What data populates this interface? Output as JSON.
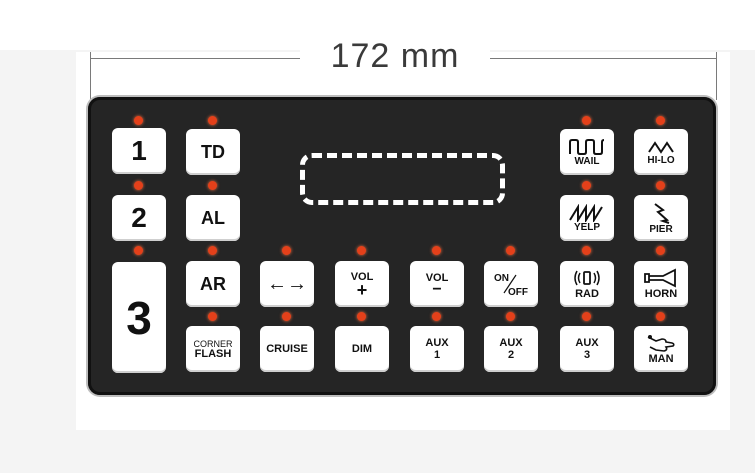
{
  "dimension": {
    "text": "172 mm"
  },
  "bottom_label": "",
  "keys": {
    "k1": "1",
    "k2": "2",
    "k3": "3",
    "td": "TD",
    "al": "AL",
    "ar": "AR",
    "corner_line1": "CORNER",
    "corner_line2": "FLASH",
    "arrows": "←→",
    "cruise": "CRUISE",
    "vol_up_line1": "VOL",
    "vol_up_line2": "+",
    "dim": "DIM",
    "vol_down_line1": "VOL",
    "vol_down_line2": "−",
    "aux1_line1": "AUX",
    "aux1_line2": "1",
    "onoff_line1": "ON",
    "onoff_line2": "OFF",
    "aux2_line1": "AUX",
    "aux2_line2": "2",
    "wail": "WAIL",
    "yelp": "YELP",
    "rad": "RAD",
    "aux3_line1": "AUX",
    "aux3_line2": "3",
    "hilo": "HI-LO",
    "pier": "PIER",
    "horn": "HORN",
    "man": "MAN"
  },
  "colors": {
    "panel": "#252525",
    "led": "#e4401a",
    "key": "#ffffff"
  },
  "icons": [
    "wave-square-icon",
    "wave-triangle-icon",
    "sawtooth-icon",
    "lightning-icon",
    "radio-icon",
    "horn-icon",
    "hand-icon",
    "left-right-arrow-icon"
  ]
}
